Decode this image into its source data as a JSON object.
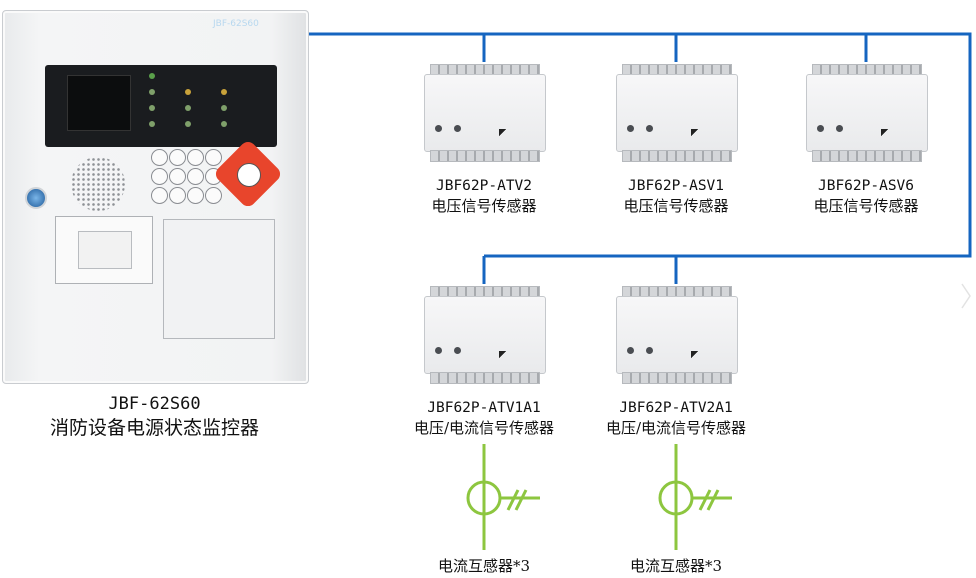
{
  "controller": {
    "model": "JBF-62S60",
    "name": "消防设备电源状态监控器"
  },
  "modules": [
    {
      "model": "JBF62P-ATV2",
      "name": "电压信号传感器"
    },
    {
      "model": "JBF62P-ASV1",
      "name": "电压信号传感器"
    },
    {
      "model": "JBF62P-ASV6",
      "name": "电压信号传感器"
    },
    {
      "model": "JBF62P-ATV1A1",
      "name": "电压/电流信号传感器"
    },
    {
      "model": "JBF62P-ATV2A1",
      "name": "电压/电流信号传感器"
    }
  ],
  "current_transformers": [
    {
      "label": "电流互感器*3"
    },
    {
      "label": "电流互感器*3"
    }
  ],
  "colors": {
    "bus_line": "#1565c0",
    "transformer": "#8dc63f",
    "keypad_accent": "#e8452c"
  }
}
